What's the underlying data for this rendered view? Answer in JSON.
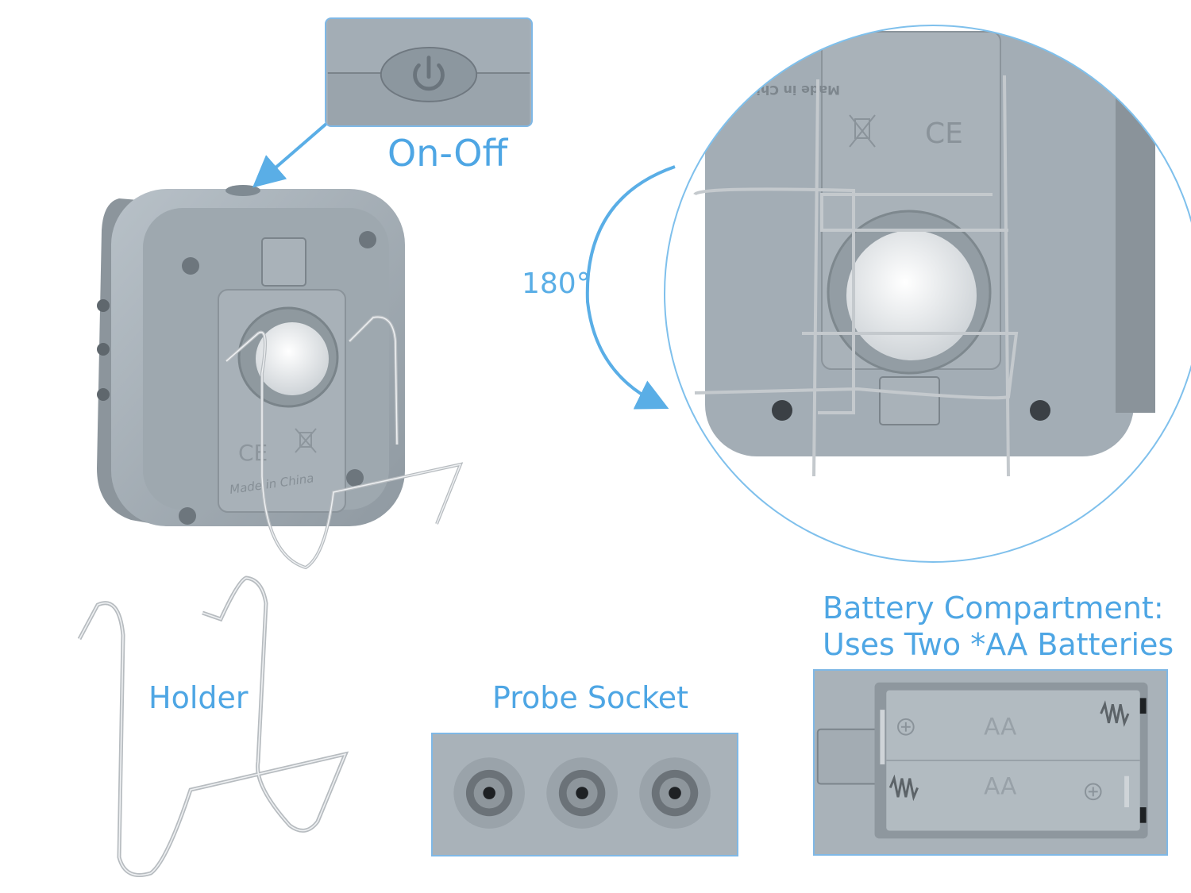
{
  "callouts": {
    "on_off": "On-Off",
    "rotation": "180°",
    "holder": "Holder",
    "probe_socket": "Probe Socket",
    "battery_line1": "Battery Compartment:",
    "battery_line2": "Uses Two *AA Batteries"
  },
  "device_markings": {
    "made_in": "Made in China",
    "battery_label_top": "AA",
    "battery_label_bottom": "AA"
  },
  "icons": [
    "power-icon",
    "ce-mark-icon",
    "weee-bin-icon"
  ],
  "colors": {
    "accent": "#4ea6e4",
    "device_body": "#a6b0b8",
    "device_shadow": "#7d868d",
    "wire": "#b9bec2"
  }
}
